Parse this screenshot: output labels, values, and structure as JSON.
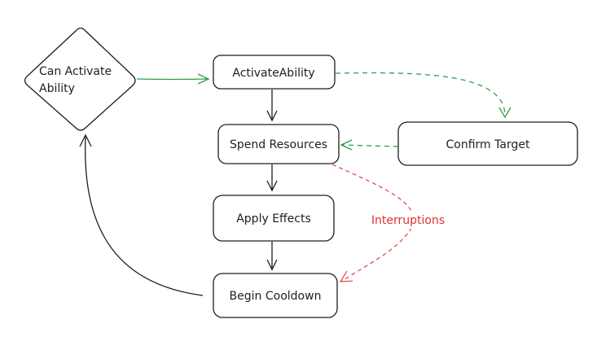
{
  "diagram": {
    "nodes": [
      {
        "id": "can_activate",
        "shape": "diamond",
        "label_lines": [
          "Can Activate",
          "Ability"
        ]
      },
      {
        "id": "activate_ability",
        "shape": "rounded-rect",
        "label": "ActivateAbility"
      },
      {
        "id": "spend_resources",
        "shape": "rounded-rect",
        "label": "Spend Resources"
      },
      {
        "id": "apply_effects",
        "shape": "rounded-rect",
        "label": "Apply Effects"
      },
      {
        "id": "begin_cooldown",
        "shape": "rounded-rect",
        "label": "Begin Cooldown"
      },
      {
        "id": "confirm_target",
        "shape": "rounded-rect",
        "label": "Confirm Target"
      }
    ],
    "edges": [
      {
        "from": "can_activate",
        "to": "activate_ability",
        "style": "solid",
        "color": "#2f9e44"
      },
      {
        "from": "activate_ability",
        "to": "spend_resources",
        "style": "solid",
        "color": "#1e1e1e"
      },
      {
        "from": "spend_resources",
        "to": "apply_effects",
        "style": "solid",
        "color": "#1e1e1e"
      },
      {
        "from": "apply_effects",
        "to": "begin_cooldown",
        "style": "solid",
        "color": "#1e1e1e"
      },
      {
        "from": "begin_cooldown",
        "to": "can_activate",
        "style": "solid",
        "color": "#1e1e1e"
      },
      {
        "from": "activate_ability",
        "to": "confirm_target",
        "style": "dashed",
        "color": "#2f9e44"
      },
      {
        "from": "confirm_target",
        "to": "spend_resources",
        "style": "dashed",
        "color": "#2f9e44"
      },
      {
        "from": "spend_resources",
        "to": "begin_cooldown",
        "style": "dashed",
        "color": "#e03131",
        "label": "Interruptions"
      }
    ]
  }
}
